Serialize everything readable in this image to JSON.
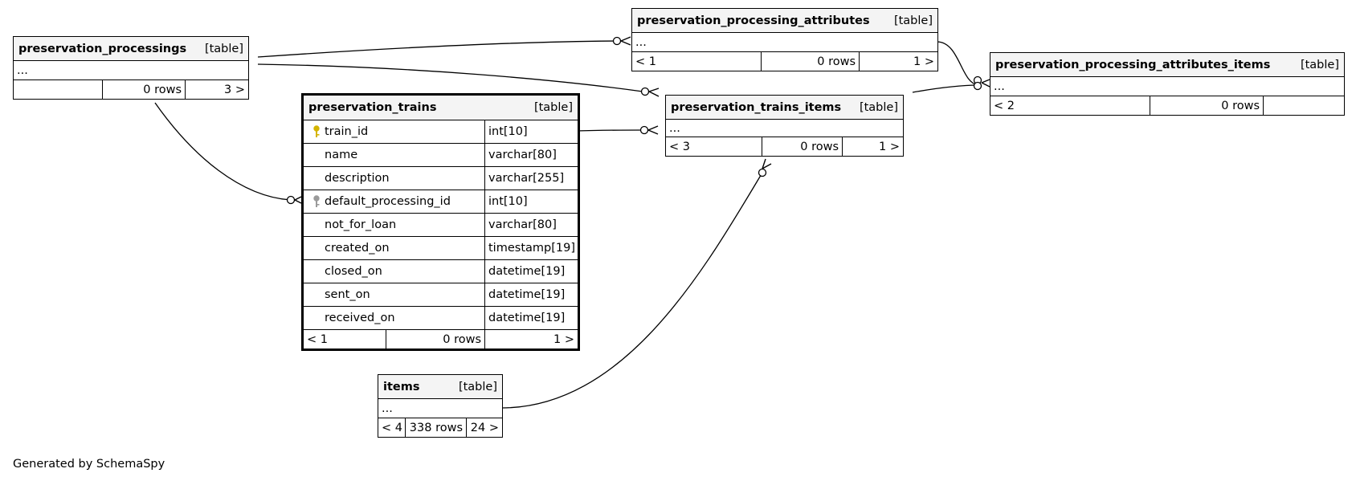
{
  "tables": {
    "preservation_processings": {
      "name": "preservation_processings",
      "type": "[table]",
      "ellipsis": "...",
      "parents": "",
      "rows": "0 rows",
      "children": "3 >"
    },
    "preservation_processing_attributes": {
      "name": "preservation_processing_attributes",
      "type": "[table]",
      "ellipsis": "...",
      "parents": "< 1",
      "rows": "0 rows",
      "children": "1 >"
    },
    "preservation_processing_attributes_items": {
      "name": "preservation_processing_attributes_items",
      "type": "[table]",
      "ellipsis": "...",
      "parents": "< 2",
      "rows": "0 rows",
      "children": ""
    },
    "preservation_trains_items": {
      "name": "preservation_trains_items",
      "type": "[table]",
      "ellipsis": "...",
      "parents": "< 3",
      "rows": "0 rows",
      "children": "1 >"
    },
    "items": {
      "name": "items",
      "type": "[table]",
      "ellipsis": "...",
      "parents": "< 4",
      "rows": "338 rows",
      "children": "24 >"
    },
    "preservation_trains": {
      "name": "preservation_trains",
      "type": "[table]",
      "columns": [
        {
          "name": "train_id",
          "type": "int[10]",
          "key": "primary"
        },
        {
          "name": "name",
          "type": "varchar[80]",
          "key": ""
        },
        {
          "name": "description",
          "type": "varchar[255]",
          "key": ""
        },
        {
          "name": "default_processing_id",
          "type": "int[10]",
          "key": "foreign"
        },
        {
          "name": "not_for_loan",
          "type": "varchar[80]",
          "key": ""
        },
        {
          "name": "created_on",
          "type": "timestamp[19]",
          "key": ""
        },
        {
          "name": "closed_on",
          "type": "datetime[19]",
          "key": ""
        },
        {
          "name": "sent_on",
          "type": "datetime[19]",
          "key": ""
        },
        {
          "name": "received_on",
          "type": "datetime[19]",
          "key": ""
        }
      ],
      "parents": "< 1",
      "rows": "0 rows",
      "children": "1 >"
    }
  },
  "relationships": [
    {
      "from": "preservation_processings",
      "to": "preservation_processing_attributes"
    },
    {
      "from": "preservation_processings",
      "to": "preservation_trains_items"
    },
    {
      "from": "preservation_processings",
      "to": "preservation_trains"
    },
    {
      "from": "preservation_trains",
      "to": "preservation_trains_items"
    },
    {
      "from": "preservation_processing_attributes",
      "to": "preservation_processing_attributes_items"
    },
    {
      "from": "preservation_trains_items",
      "to": "preservation_processing_attributes_items"
    },
    {
      "from": "items",
      "to": "preservation_trains_items"
    }
  ],
  "icons": {
    "primary_key": "gold-key-icon",
    "foreign_key": "gray-key-icon",
    "primary_color": "#d4b400",
    "foreign_color": "#9a9a9a"
  },
  "footer": "Generated by SchemaSpy"
}
